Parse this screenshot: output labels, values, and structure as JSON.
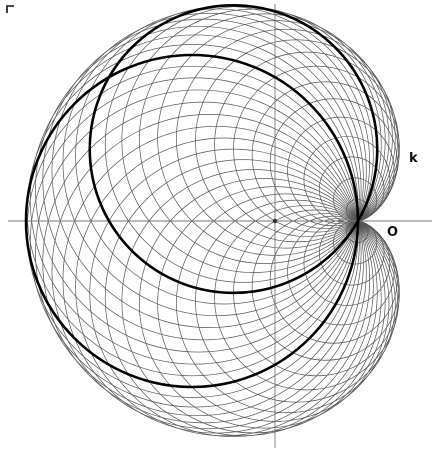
{
  "figure": {
    "label_circle": "k",
    "label_point": "O",
    "corner_mark": "Γ"
  },
  "colors": {
    "background": "#ffffff",
    "family_circles": "#555555",
    "axes": "#777777",
    "highlight_circles": "#000000",
    "label": "#111111"
  },
  "construction": {
    "base_circle_radius": 1,
    "family_circle_count": 48,
    "highlighted_circle_angles_deg": [
      180,
      120
    ]
  }
}
